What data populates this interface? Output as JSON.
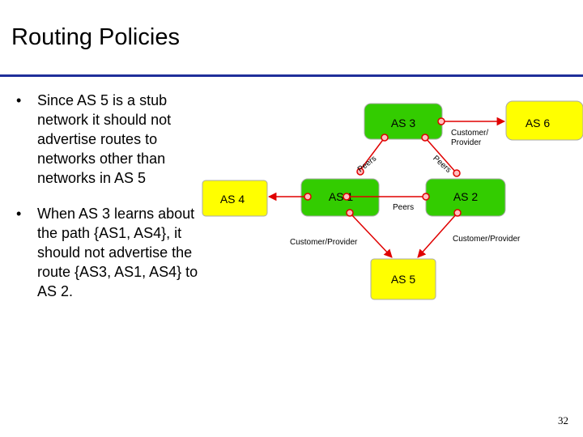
{
  "slide": {
    "title": "Routing Policies",
    "page_number": "32"
  },
  "bullets": [
    "Since AS 5 is a stub network it should not advertise routes to networks other than networks in AS 5",
    "When AS 3 learns about the path {AS1, AS4}, it should not advertise the route {AS3, AS1, AS4} to AS 2."
  ],
  "diagram": {
    "nodes": {
      "as3": "AS 3",
      "as6": "AS 6",
      "as4": "AS 4",
      "as1": "AS 1",
      "as2": "AS 2",
      "as5": "AS 5"
    },
    "labels": {
      "customer_provider_as3_as6_line1": "Customer/",
      "customer_provider_as3_as6_line2": "Provider",
      "peers_as3_as1": "Peers",
      "peers_as3_as2": "Peers",
      "peers_as1_as2": "Peers",
      "customer_provider_as1_as5": "Customer/Provider",
      "customer_provider_as2_as5": "Customer/Provider"
    },
    "colors": {
      "green_node": "#33cc00",
      "yellow_node": "#ffff00",
      "link": "#e00000",
      "endpoint": "#ffc0c0"
    }
  }
}
